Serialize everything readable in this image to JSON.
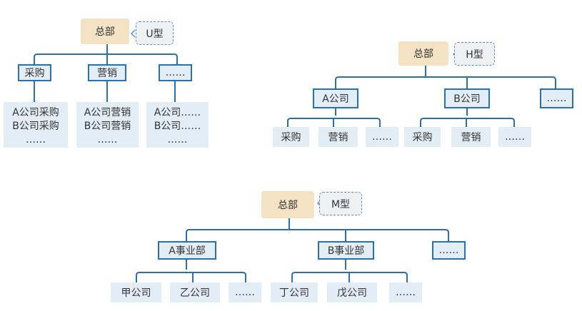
{
  "u": {
    "hq": "总部",
    "tag": "U型",
    "depts": [
      "采购",
      "营销",
      "……"
    ],
    "details": [
      [
        "A公司采购",
        "B公司采购",
        "……"
      ],
      [
        "A公司营销",
        "B公司营销",
        "……"
      ],
      [
        "A公司……",
        "B公司……",
        "……"
      ]
    ]
  },
  "h": {
    "hq": "总部",
    "tag": "H型",
    "companies": [
      "A公司",
      "B公司",
      "……"
    ],
    "a_children": [
      "采购",
      "营销",
      "……"
    ],
    "b_children": [
      "采购",
      "营销",
      "……"
    ]
  },
  "m": {
    "hq": "总部",
    "tag": "M型",
    "units": [
      "A事业部",
      "B事业部",
      "……"
    ],
    "a_children": [
      "甲公司",
      "乙公司",
      "……"
    ],
    "b_children": [
      "丁公司",
      "戊公司",
      "……"
    ]
  },
  "colors": {
    "line": "#2f6fa8",
    "hq_fill": "#f3e3c4",
    "box_fill": "#e3edf5",
    "tag_border": "#5b8fc7"
  }
}
